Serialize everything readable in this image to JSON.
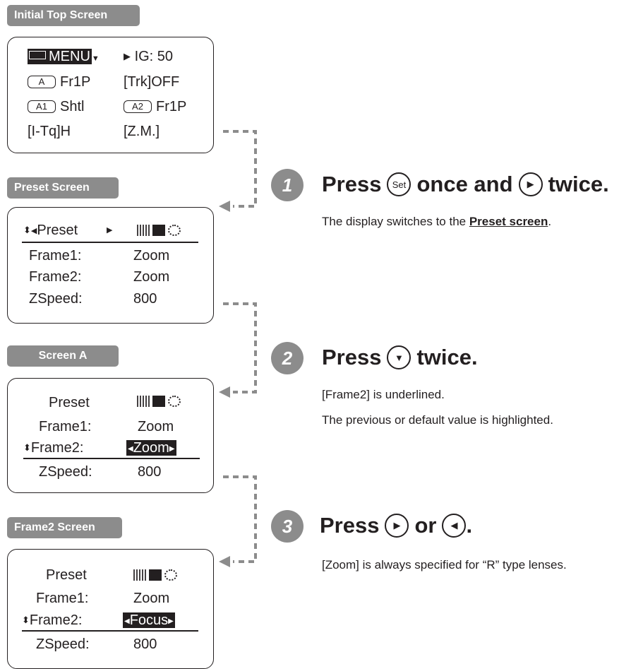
{
  "screens": {
    "initial_top": {
      "label": "Initial Top Screen",
      "menu": "MENU",
      "ig": "IG: 50",
      "pill_a": "A",
      "a_value": "Fr1P",
      "trk": "[Trk]OFF",
      "pill_a1": "A1",
      "a1_value": "Shtl",
      "pill_a2": "A2",
      "a2_value": "Fr1P",
      "itq": "[I-Tq]H",
      "zm": "[Z.M.]"
    },
    "preset": {
      "label": "Preset Screen",
      "title": "Preset",
      "rows": [
        {
          "label": "Frame1:",
          "value": "Zoom"
        },
        {
          "label": "Frame2:",
          "value": "Zoom"
        },
        {
          "label": "ZSpeed:",
          "value": "800"
        }
      ]
    },
    "screen_a": {
      "label": "Screen A",
      "title": "Preset",
      "rows": [
        {
          "label": "Frame1:",
          "value": "Zoom"
        },
        {
          "label": "Frame2:",
          "value": "Zoom"
        },
        {
          "label": "ZSpeed:",
          "value": "800"
        }
      ]
    },
    "frame2": {
      "label": "Frame2 Screen",
      "title": "Preset",
      "rows": [
        {
          "label": "Frame1:",
          "value": "Zoom"
        },
        {
          "label": "Frame2:",
          "value": "Focus"
        },
        {
          "label": "ZSpeed:",
          "value": "800"
        }
      ]
    }
  },
  "steps": [
    {
      "number": "1",
      "press": "Press",
      "set_button": "Set",
      "middle": "once and",
      "end": "twice.",
      "desc_prefix": "The display switches to the ",
      "desc_link": "Preset screen",
      "desc_suffix": "."
    },
    {
      "number": "2",
      "press": "Press",
      "end": "twice.",
      "lines": [
        "[Frame2] is underlined.",
        "The previous or default value is highlighted."
      ]
    },
    {
      "number": "3",
      "press": "Press",
      "middle": "or",
      "end": ".",
      "lines": [
        "[Zoom] is always specified for “R” type lenses."
      ]
    }
  ],
  "icons": [
    "menu-icon",
    "up-down-arrow-icon",
    "left-arrow-icon",
    "right-arrow-icon",
    "zoom-icon",
    "focus-icon",
    "iris-icon",
    "right-button-icon",
    "left-button-icon",
    "down-button-icon",
    "set-button-icon"
  ],
  "colors": {
    "tab": "#8c8c8c",
    "ink": "#231f20",
    "connector": "#8c8c8c"
  }
}
